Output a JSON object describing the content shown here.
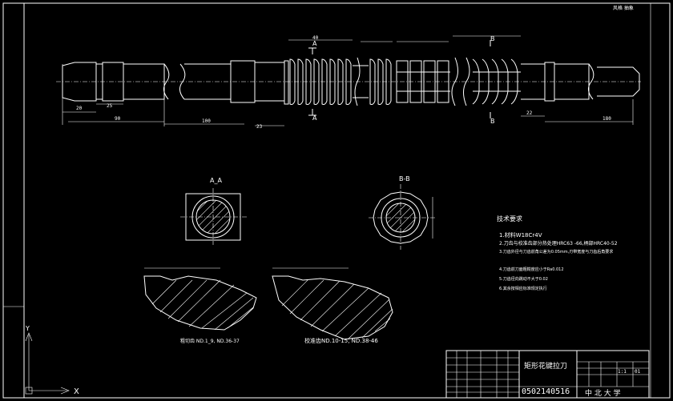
{
  "corner_mark": "风格 抽象",
  "labels": {
    "sec_a_top": "A",
    "sec_a_bottom": "A",
    "sec_b_top": "B",
    "sec_b_bottom": "B",
    "view_aa": "A_A",
    "view_bb": "B-B",
    "caption_left": "粗切齿 ND.1_9, ND.36-37",
    "caption_right": "校准齿ND.10-15, ND.38-46"
  },
  "dimensions": {
    "d_90": "90",
    "d_100": "100",
    "d_23": "23",
    "d_180": "180",
    "d_20": "20",
    "d_25": "25",
    "d_40": "40",
    "d_22": "22"
  },
  "tech": {
    "title": "技术要求",
    "items": [
      "1.材料W18Cr4V",
      "2.刀齿与校准齿部分热处理HRC63 -66,柄部HRC40-52",
      "3.刀齿外径与刀齿前角公差为0.05mm,刃带宽度与刀齿后角要求",
      "4.刀齿前刀面粗糙度应小于Ra0.012",
      "5.刀齿径向跳动不大于0.02",
      "6.其余按相应标准规定执行"
    ]
  },
  "title_block": {
    "part_name": "矩形花键拉刀",
    "drawing_no": "0502140516",
    "school": "中 北 大 学",
    "scale": "1:1",
    "sheet": "01"
  },
  "ucs": {
    "x": "X",
    "y": "Y"
  }
}
